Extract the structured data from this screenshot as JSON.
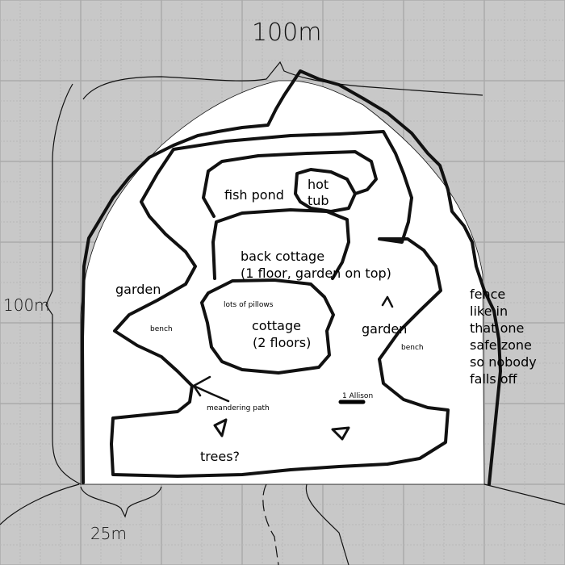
{
  "colors": {
    "background": "#c8c8c8",
    "land": "#ffffff",
    "ink": "#111111",
    "grid_major": "#aaaaaa",
    "grid_minor": "#b8b8b8"
  },
  "dimensions": {
    "top_width": "100m",
    "left_height": "100m",
    "bottom_width": "25m"
  },
  "labels": {
    "fish_pond": "fish pond",
    "hot_tub_1": "hot",
    "hot_tub_2": "tub",
    "back_cottage_1": "back cottage",
    "back_cottage_2": "(1 floor, garden on top)",
    "garden_left": "garden",
    "bench_left": "bench",
    "lots_of_pillows": "lots of pillows",
    "cottage_1": "cottage",
    "cottage_2": "(2 floors)",
    "garden_right": "garden",
    "bench_right": "bench",
    "scale": "1 Allison",
    "meandering_path": "meandering path",
    "trees": "trees?",
    "fence": [
      "fence",
      "like in",
      "that one",
      "safe zone",
      "so nobody",
      "falls off"
    ]
  }
}
